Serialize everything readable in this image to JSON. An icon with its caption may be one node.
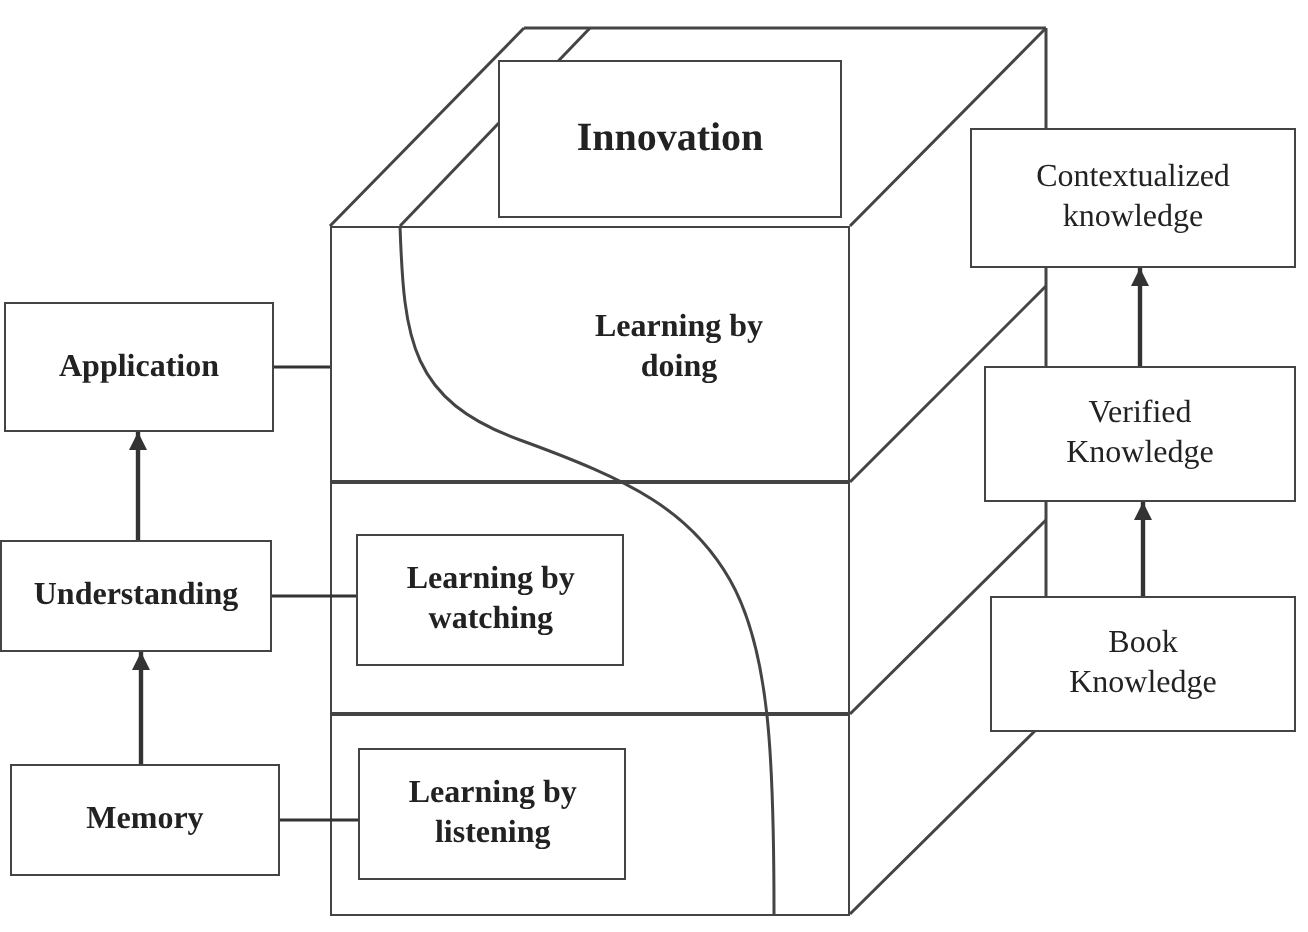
{
  "diagram": {
    "nodes": [
      {
        "text": [
          "Innovation"
        ]
      },
      {
        "text": [
          "Contextualized knowledge"
        ]
      },
      {
        "text": [
          "Application"
        ]
      },
      {
        "text": [
          "Learning by doing"
        ]
      },
      {
        "text": [
          "Verified Knowledge"
        ]
      },
      {
        "text": [],
        "shape": "box"
      },
      {
        "text": [
          "Understanding"
        ]
      },
      {
        "text": [
          "Learning by watching"
        ],
        "in": 5
      },
      {
        "text": [
          "Book Knowledge"
        ]
      },
      {
        "text": [],
        "shape": "box"
      },
      {
        "text": [
          "Memory"
        ]
      },
      {
        "text": [
          "Learning by listening"
        ],
        "in": 9
      }
    ],
    "edges": [
      {
        "from": 10,
        "to": 6,
        "arrow": "to"
      },
      {
        "from": 6,
        "to": 2,
        "arrow": "to"
      },
      {
        "from": 2,
        "to": 3,
        "arrow": "none"
      },
      {
        "from": 6,
        "to": 7,
        "arrow": "none"
      },
      {
        "from": 10,
        "to": 11,
        "arrow": "none"
      },
      {
        "from": 8,
        "to": 4,
        "arrow": "to"
      },
      {
        "from": 4,
        "to": 1,
        "arrow": "to"
      }
    ]
  }
}
